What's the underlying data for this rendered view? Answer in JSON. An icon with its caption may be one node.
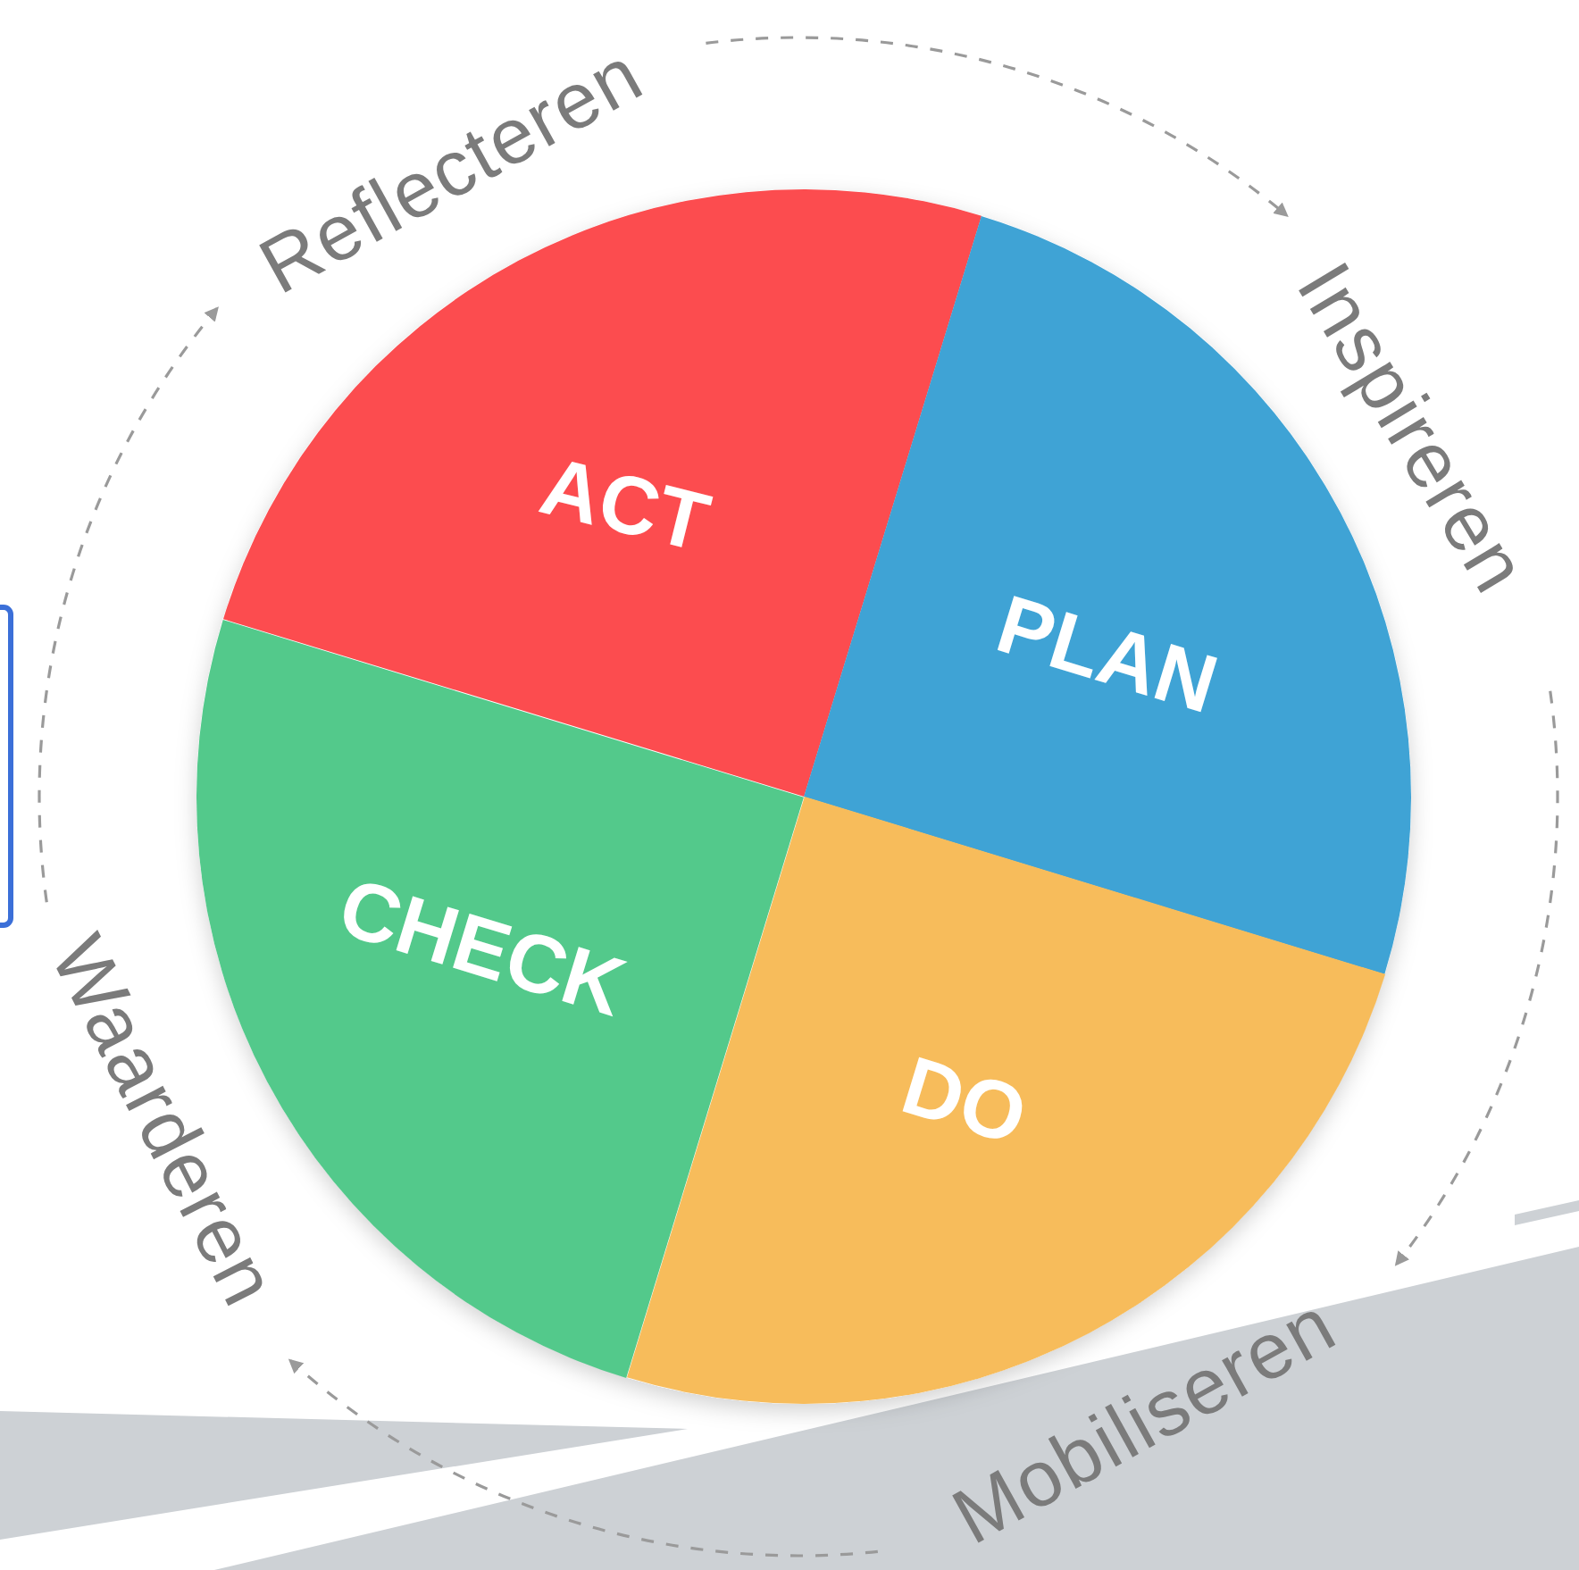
{
  "diagram": {
    "nodes": [
      {
        "text": [
          "Reflecteren"
        ]
      },
      {
        "text": [
          "Inspireren"
        ]
      },
      {
        "text": [
          "ACT"
        ]
      },
      {
        "text": [
          "PLAN"
        ]
      },
      {
        "text": [
          "CHECK"
        ]
      },
      {
        "text": [
          "DO"
        ]
      },
      {
        "text": [
          "Waarderen"
        ]
      },
      {
        "text": [
          "Mobiliseren"
        ]
      }
    ],
    "edges": [
      {
        "from": 0,
        "to": 1,
        "arrow": "to",
        "style": "dashed"
      },
      {
        "from": 1,
        "to": 7,
        "arrow": "to",
        "style": "dashed"
      },
      {
        "from": 7,
        "to": 6,
        "arrow": "to",
        "style": "dashed"
      },
      {
        "from": 6,
        "to": 0,
        "arrow": "to",
        "style": "dashed"
      }
    ]
  }
}
